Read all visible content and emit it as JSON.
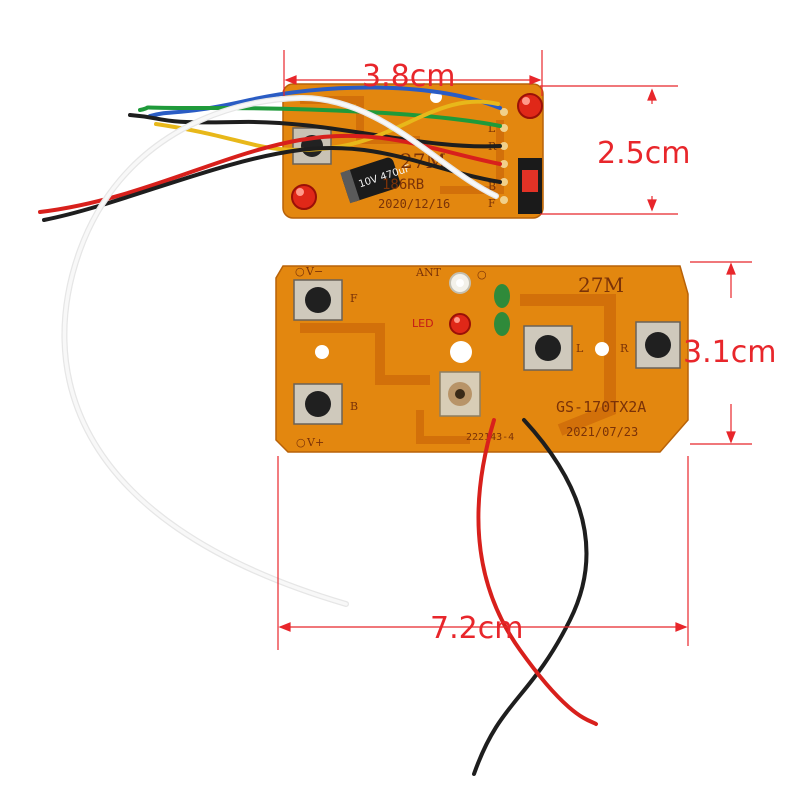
{
  "receiver_board": {
    "silk_27m": "27M",
    "model": "186RB",
    "date": "2020/12/16",
    "capacitor_text": "10V 470uF",
    "pin_labels": [
      "L",
      "R",
      "B",
      "F"
    ]
  },
  "transmitter_board": {
    "freq": "27M",
    "label_ant": "ANT",
    "label_led": "LED",
    "label_vminus": "V−",
    "label_vplus": "V+",
    "btn_f": "F",
    "btn_b": "B",
    "btn_l": "L",
    "btn_r": "R",
    "model": "GS-170TX2A",
    "date": "2021/07/23",
    "code": "222143-4"
  },
  "dimensions": {
    "receiver_width": "3.8cm",
    "receiver_height": "2.5cm",
    "transmitter_width": "7.2cm",
    "transmitter_height": "3.1cm"
  },
  "colors": {
    "pcb": "#e3870f",
    "pcb_trace": "#d2700a",
    "dimension_line": "#e8262b",
    "wire_red": "#d8201c",
    "wire_black": "#1e1e1e",
    "wire_white": "#f4f4f4",
    "wire_blue": "#2a5cc4",
    "wire_green": "#1f9a3a",
    "wire_yellow": "#e8b81a"
  }
}
